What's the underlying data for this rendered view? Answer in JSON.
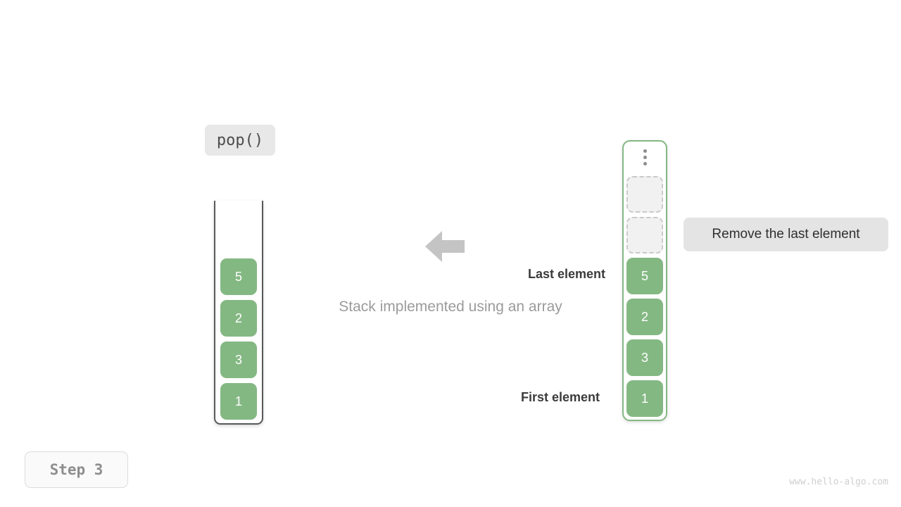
{
  "operation": {
    "label": "pop()"
  },
  "caption": {
    "text": "Stack implemented using an array"
  },
  "arrow": {
    "icon": "arrow-left-icon",
    "direction": "left",
    "color": "#c4c4c4"
  },
  "stack_view": {
    "title": "stack",
    "shape": "open-top-tube",
    "border_color": "#58595b",
    "items": [
      {
        "value": "5",
        "state": "filled"
      },
      {
        "value": "2",
        "state": "filled"
      },
      {
        "value": "3",
        "state": "filled"
      },
      {
        "value": "1",
        "state": "filled"
      }
    ]
  },
  "array_view": {
    "title": "array",
    "border_color": "#84b883",
    "ellipsis_icon": "vertical-ellipsis-icon",
    "ellipsis_dots": [
      "dot",
      "dot",
      "dot"
    ],
    "items": [
      {
        "value": "",
        "state": "empty"
      },
      {
        "value": "",
        "state": "empty"
      },
      {
        "value": "5",
        "state": "filled"
      },
      {
        "value": "2",
        "state": "filled"
      },
      {
        "value": "3",
        "state": "filled"
      },
      {
        "value": "1",
        "state": "filled"
      }
    ]
  },
  "annotations": {
    "last_element": "Last element",
    "first_element": "First element",
    "callout": "Remove the last element"
  },
  "step": {
    "label": "Step 3"
  },
  "watermark": {
    "text": "www.hello-algo.com"
  },
  "colors": {
    "element_green": "#84b883",
    "empty_fill": "#f1f1f1",
    "empty_border": "#c9c9c9",
    "chip_bg": "#e8e8e8",
    "callout_bg": "#e4e4e4",
    "caption_text": "#9b9b9b",
    "annotation_text": "#3b3b3b"
  }
}
